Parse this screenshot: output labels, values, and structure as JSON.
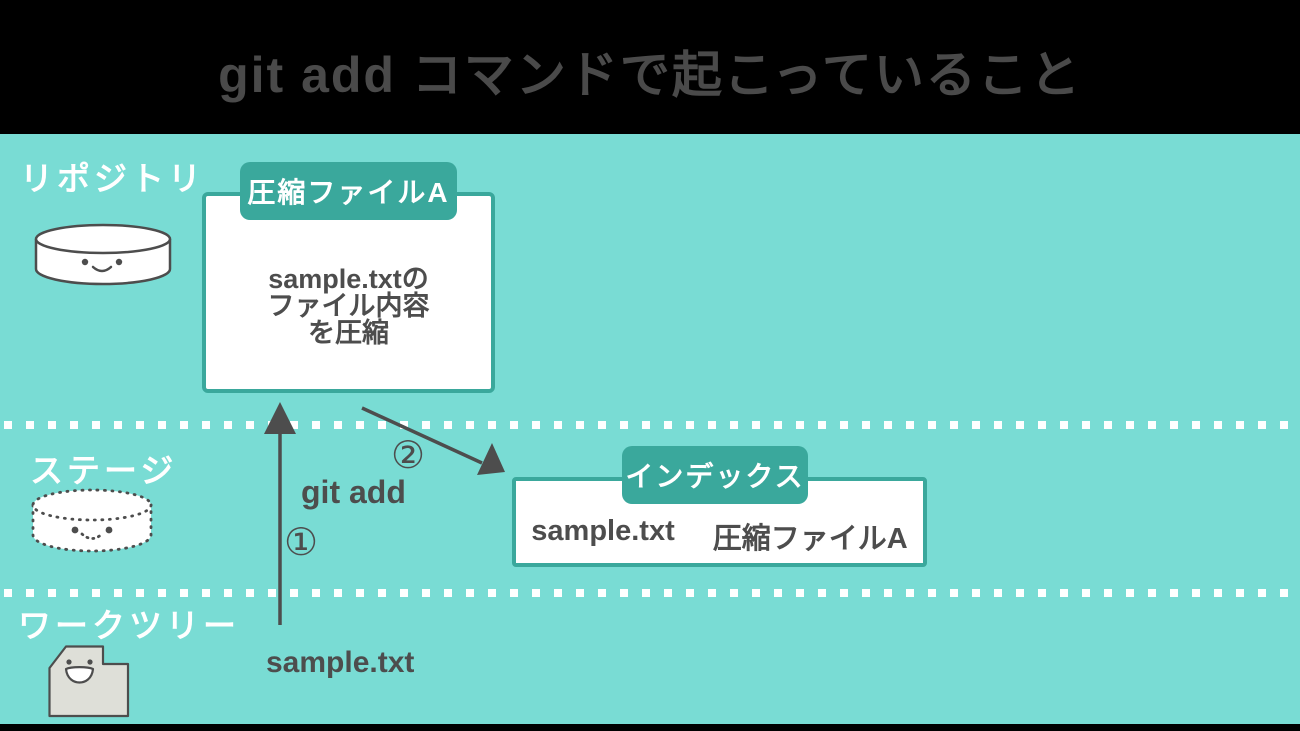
{
  "title": "git add コマンドで起こっていること",
  "colors": {
    "background": "#79dcd4",
    "accent_teal": "#3aa89c",
    "dark_text": "#4d4d4d",
    "title_text": "#4a4a4a",
    "frame": "#000000",
    "folder_fill": "#dedfd8"
  },
  "sections": {
    "repository": {
      "label": "リポジトリ",
      "icon": "repository-cylinder-icon"
    },
    "stage": {
      "label": "ステージ",
      "icon": "stage-dotted-cylinder-icon"
    },
    "worktree": {
      "label": "ワークツリー",
      "icon": "worktree-folder-icon"
    }
  },
  "compressed_file_box": {
    "label": "圧縮ファイルA",
    "lines": [
      "sample.txtの",
      "ファイル内容",
      "を圧縮"
    ]
  },
  "index_box": {
    "label": "インデックス",
    "entries": [
      "sample.txt",
      "圧縮ファイルA"
    ]
  },
  "annotations": {
    "command": "git add",
    "step1": "①",
    "step2": "②",
    "worktree_file": "sample.txt"
  }
}
